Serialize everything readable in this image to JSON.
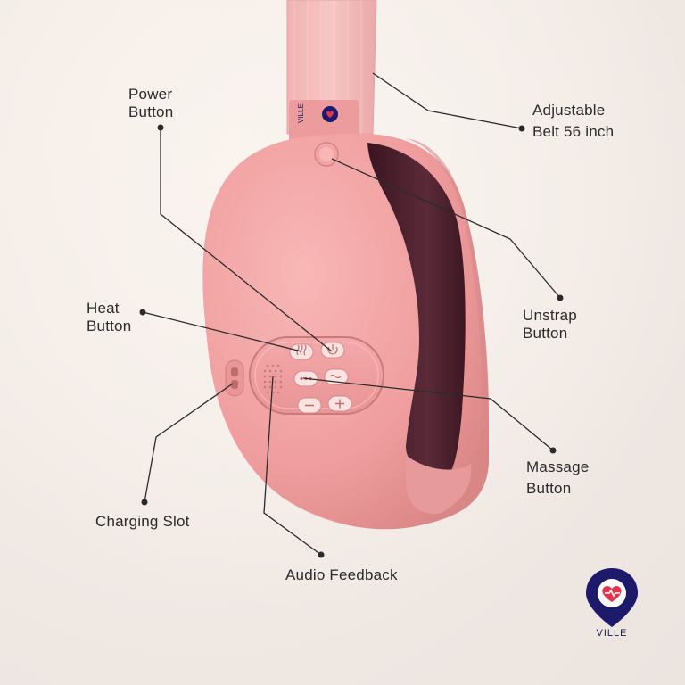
{
  "labels": {
    "power_button": [
      "Power",
      "Button"
    ],
    "adjustable_belt": [
      "Adjustable",
      "Belt 56 inch"
    ],
    "heat_button": [
      "Heat",
      "Button"
    ],
    "unstrap_button": [
      "Unstrap",
      "Button"
    ],
    "massage_button": [
      "Massage",
      "Button"
    ],
    "charging_slot": "Charging Slot",
    "audio_feedback": "Audio Feedback"
  },
  "brand": {
    "name": "VILLE",
    "strap_tag": "VILLE"
  },
  "colors": {
    "device_pink": "#f0a5a6",
    "device_pink_dark": "#d98788",
    "strap_pink": "#f2b8b8",
    "cavity": "#4a1f2c",
    "leader_line": "#2b2b2b",
    "brand_navy": "#1d1a6b",
    "brand_red": "#e2344a"
  },
  "icons": [
    "power-icon",
    "heat-icon",
    "massage-icon",
    "minus-icon",
    "plus-icon",
    "heart-icon"
  ]
}
